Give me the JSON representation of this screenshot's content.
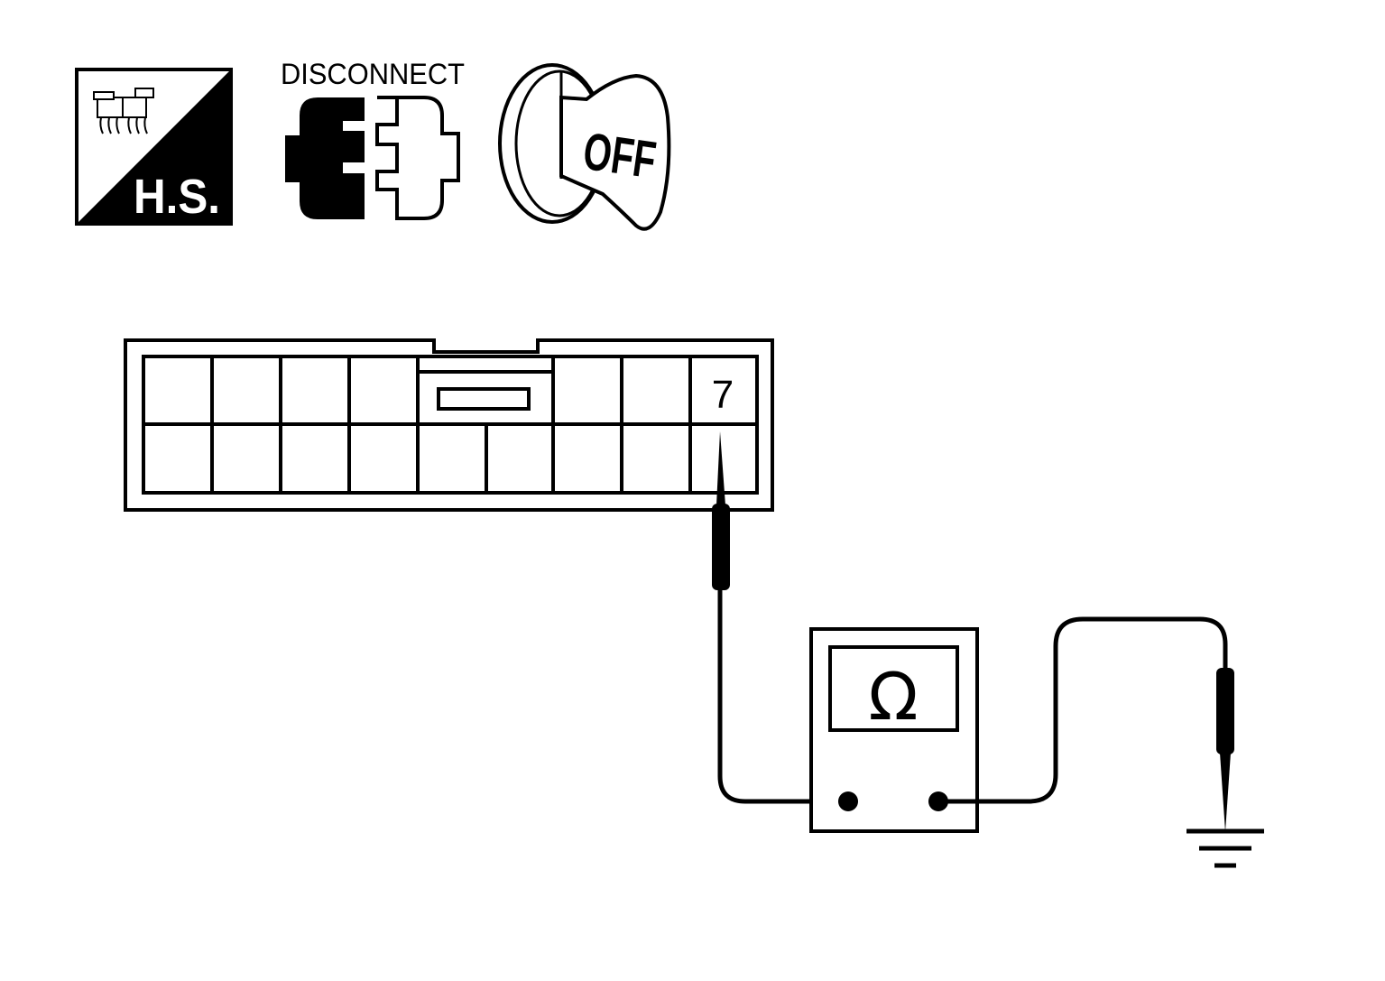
{
  "icons": {
    "harness_side": {
      "label": "H.S.",
      "icon": "harness-connector-icon"
    },
    "disconnect": {
      "label": "DISCONNECT",
      "icon": "disconnect-connector-icon"
    },
    "ignition": {
      "label": "OFF",
      "icon": "ignition-key-off-icon"
    }
  },
  "connector": {
    "terminal_label": "7",
    "rows": 2,
    "columns": 9
  },
  "meter": {
    "symbol": "Ω",
    "icon": "ohmmeter-icon"
  },
  "ground": {
    "icon": "ground-symbol-icon"
  },
  "colors": {
    "line": "#000000",
    "background": "#ffffff"
  }
}
